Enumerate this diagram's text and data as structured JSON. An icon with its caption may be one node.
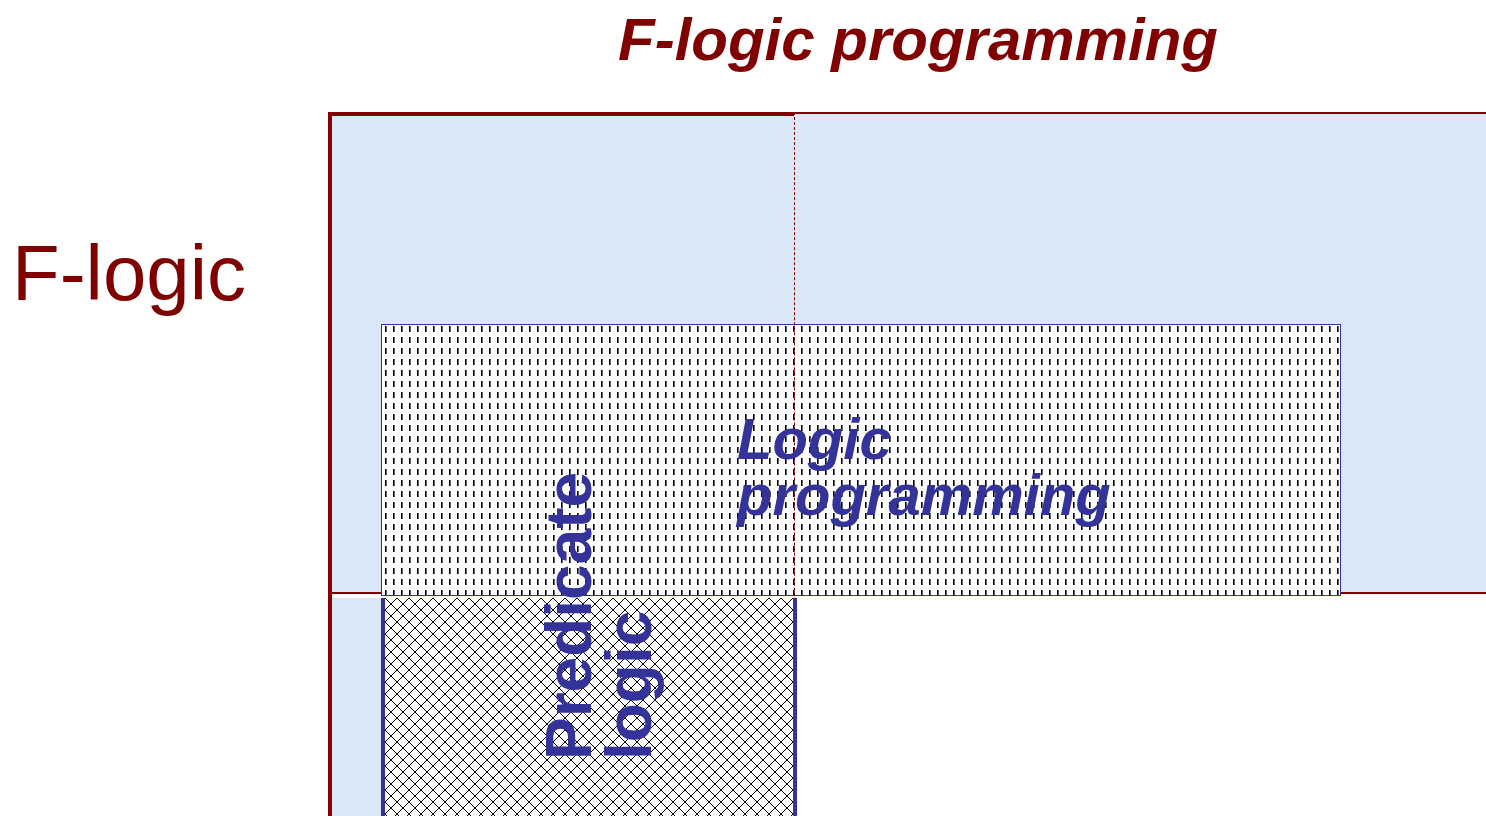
{
  "diagram": {
    "nodes": [
      {
        "text": [
          "F-logic programming"
        ]
      },
      {
        "text": [
          "F-logic"
        ]
      },
      {
        "text": [
          "Logic programming"
        ],
        "in": 0
      },
      {
        "text": [
          "Predicate logic"
        ],
        "in": 1
      }
    ]
  }
}
